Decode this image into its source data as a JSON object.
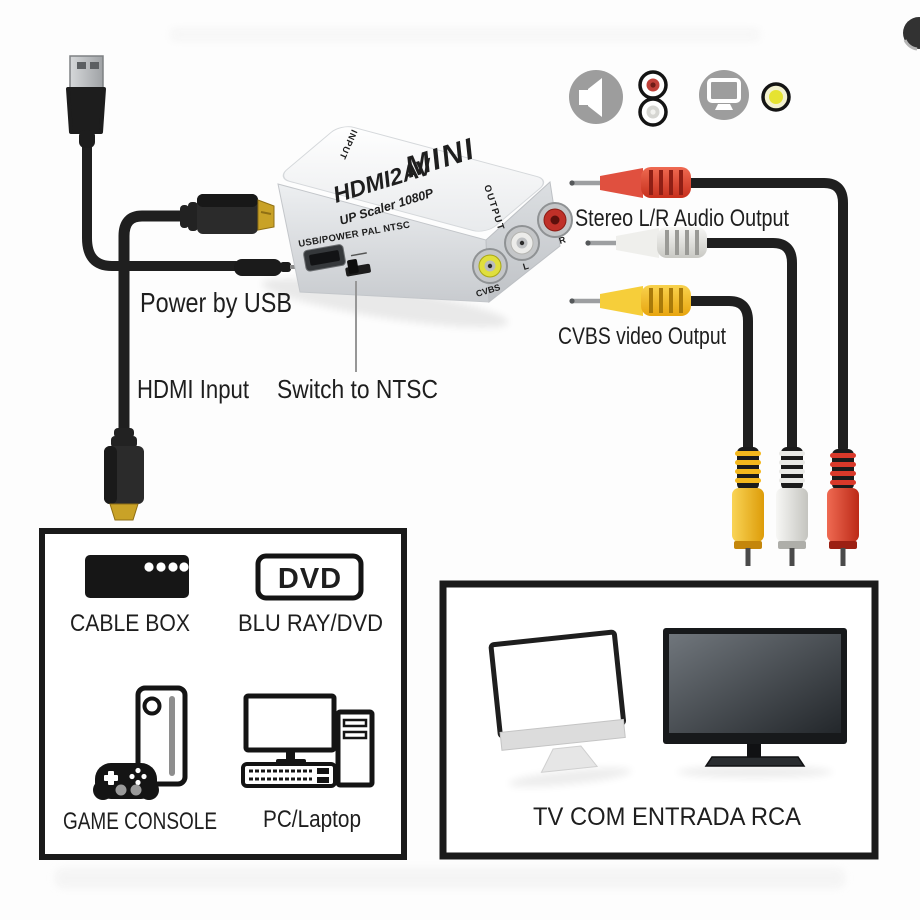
{
  "device": {
    "logo": "MINI",
    "model": "HDMI2AV",
    "scaler": "UP Scaler 1080P",
    "input_side_label": "INPUT",
    "output_side_label": "OUTPUT",
    "front_label": "USB/POWER PAL NTSC",
    "jacks": {
      "video": "CVBS",
      "audio_left": "L",
      "audio_right": "R"
    }
  },
  "callouts": {
    "power": "Power by USB",
    "hdmi": "HDMI Input",
    "switch": "Switch to NTSC",
    "stereo": "Stereo L/R Audio Output",
    "cvbs": "CVBS video Output"
  },
  "icons": {
    "speaker": "speaker-icon",
    "rca_red": "rca-red-icon",
    "rca_white": "rca-white-icon",
    "display": "tv-icon",
    "rca_yellow": "rca-yellow-icon"
  },
  "sources_panel": {
    "dvd_badge": "DVD",
    "items": [
      {
        "label": "CABLE BOX"
      },
      {
        "label": "BLU RAY/DVD"
      },
      {
        "label": "GAME CONSOLE"
      },
      {
        "label": "PC/Laptop"
      }
    ]
  },
  "tv_panel": {
    "label": "TV COM ENTRADA RCA"
  },
  "colors": {
    "cable_black": "#1f1f1f",
    "rca_red": "#d9392a",
    "rca_white": "#e9e9e6",
    "rca_yellow": "#f3b71d",
    "gold": "#c9a227",
    "panel_border": "#1a1a1a",
    "icon_gray": "#9d9d9d"
  }
}
